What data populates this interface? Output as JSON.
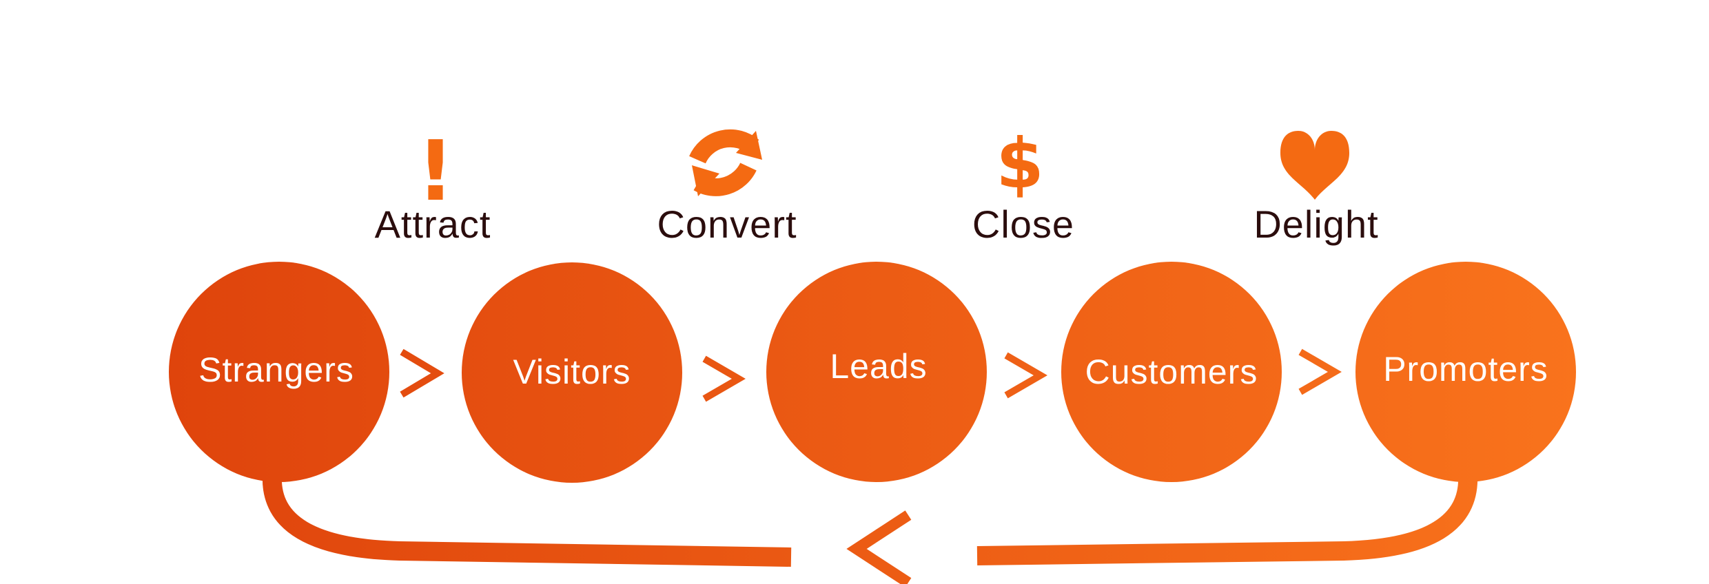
{
  "colors": {
    "gradient_start": "#df440c",
    "gradient_end": "#f9731c",
    "label_text": "#2b0d0d",
    "node_text": "#ffffff",
    "icon": "#f46a12",
    "background": "#ffffff"
  },
  "stages": [
    {
      "label": "Attract",
      "icon": "exclamation-icon"
    },
    {
      "label": "Convert",
      "icon": "refresh-arrows-icon"
    },
    {
      "label": "Close",
      "icon": "dollar-icon"
    },
    {
      "label": "Delight",
      "icon": "heart-icon"
    }
  ],
  "nodes": [
    {
      "label": "Strangers"
    },
    {
      "label": "Visitors"
    },
    {
      "label": "Leads"
    },
    {
      "label": "Customers"
    },
    {
      "label": "Promoters"
    }
  ],
  "icons": {
    "exclamation": "!",
    "dollar": "$"
  }
}
